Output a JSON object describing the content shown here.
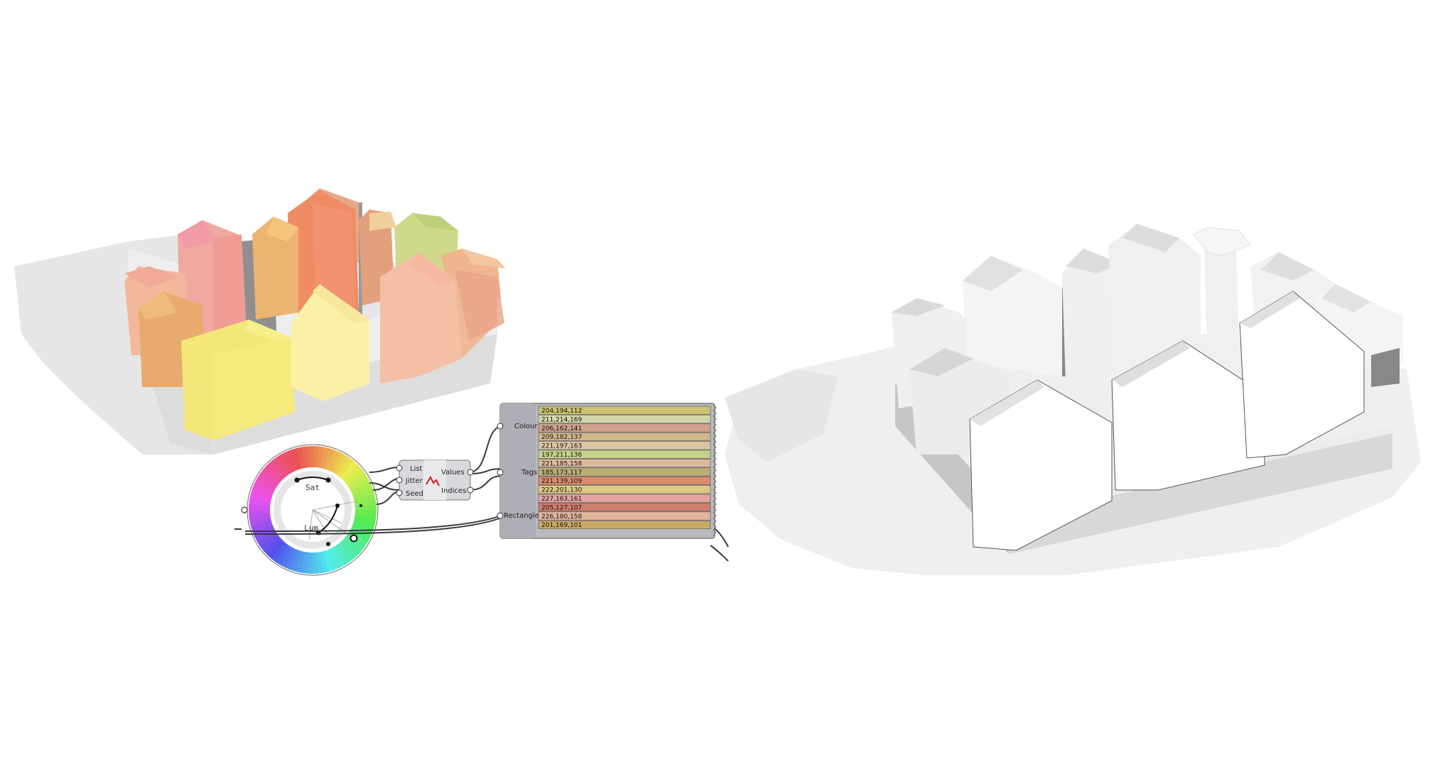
{
  "colour_wheel": {
    "sat_label": "Sat",
    "lum_label": "Lum"
  },
  "jitter_component": {
    "inputs": [
      "List",
      "Jitter",
      "Seed"
    ],
    "outputs": [
      "Values",
      "Indices"
    ]
  },
  "swatch_component": {
    "inputs": [
      "Colour",
      "Tags",
      "Rectangle"
    ],
    "swatches": [
      {
        "label": "204,194,112",
        "color": "#ccc270"
      },
      {
        "label": "211,214,169",
        "color": "#d3d6a9"
      },
      {
        "label": "206,162,141",
        "color": "#cea28d"
      },
      {
        "label": "209,182,137",
        "color": "#d1b689"
      },
      {
        "label": "221,197,163",
        "color": "#ddc5a3"
      },
      {
        "label": "197,211,136",
        "color": "#c5d388"
      },
      {
        "label": "221,185,158",
        "color": "#ddb99e"
      },
      {
        "label": "185,173,117",
        "color": "#b9ad75"
      },
      {
        "label": "221,139,109",
        "color": "#dd8b6d"
      },
      {
        "label": "222,201,130",
        "color": "#dec982"
      },
      {
        "label": "227,163,161",
        "color": "#e3a3a1"
      },
      {
        "label": "205,127,107",
        "color": "#cd7f6b"
      },
      {
        "label": "226,180,158",
        "color": "#e2b49e"
      },
      {
        "label": "201,169,101",
        "color": "#c9a965"
      }
    ]
  },
  "colors": {
    "component_body": "#b9b9bf",
    "wire": "#3a3a3a",
    "building_white": "#f7f7f7",
    "building_grey": "#a8a8a8",
    "shadow": "#e4e4e4"
  }
}
